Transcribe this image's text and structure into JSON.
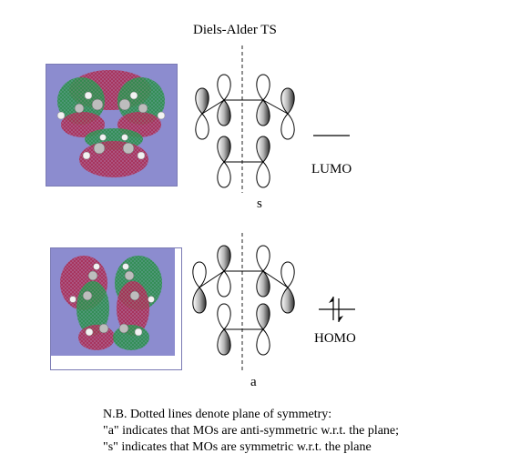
{
  "title": "Diels-Alder TS",
  "lumo": {
    "level_label": "LUMO",
    "symmetry_label": "s"
  },
  "homo": {
    "level_label": "HOMO",
    "symmetry_label": "a"
  },
  "notes": [
    "N.B. Dotted lines denote plane of symmetry:",
    "\"a\" indicates that MOs are anti-symmetric w.r.t. the plane;",
    "\"s\" indicates that MOs are symmetric w.r.t. the plane"
  ],
  "colors": {
    "background_panel": "#8c8ccf",
    "lobe_green": "#2f9a52",
    "lobe_red": "#b52f52",
    "atom_white": "#eeeeee"
  }
}
